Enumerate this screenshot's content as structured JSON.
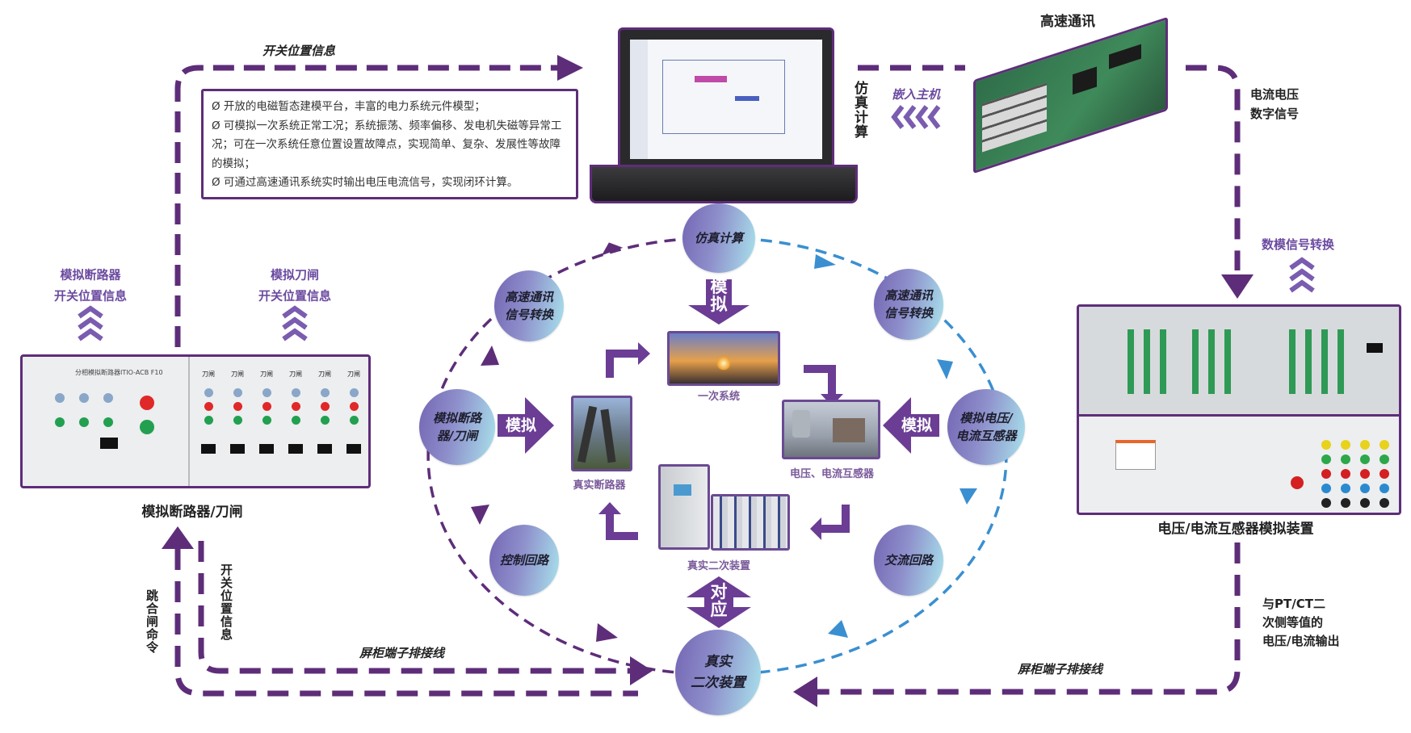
{
  "colors": {
    "primary_purple": "#5e2d79",
    "accent_blue": "#3a8fd0",
    "node_gradient_start": "#7466b4",
    "node_gradient_end": "#a9e3ec"
  },
  "top": {
    "switch_info_label": "开关位置信息",
    "info_box": [
      "Ø 开放的电磁暂态建模平台，丰富的电力系统元件模型；",
      "Ø 可模拟一次系统正常工况；系统振荡、频率偏移、发电机失磁等异常工况；可在一次系统任意位置设置故障点，实现简单、复杂、发展性等故障的模拟；",
      "Ø 可通过高速通讯系统实时输出电压电流信号，实现闭环计算。"
    ],
    "sim_compute_vertical": "仿真计算",
    "embed_host": "嵌入主机",
    "high_speed_comm": "高速通讯",
    "current_voltage_digital": [
      "电流电压",
      "数字信号"
    ],
    "da_conversion": "数模信号转换"
  },
  "left": {
    "breaker_info": [
      "模拟断路器",
      "开关位置信息"
    ],
    "knife_info": [
      "模拟刀闸",
      "开关位置信息"
    ],
    "panel_title": "分相模拟断路器ITIO-ACB F10",
    "panel_module_label": "刀闸",
    "device_label": "模拟断路器/刀闸",
    "trip_close_cmd": "跳合闸命令",
    "switch_pos_info": "开关位置信息",
    "wiring_label": "屏柜端子排接线"
  },
  "right": {
    "device_label": "电压/电流互感器模拟装置",
    "output_note": [
      "与PT/CT二",
      "次侧等值的",
      "电压/电流输出"
    ],
    "wiring_label": "屏柜端子排接线"
  },
  "cycle": {
    "nodes": {
      "sim_compute": "仿真计算",
      "hs_comm_left": [
        "高速通讯",
        "信号转换"
      ],
      "hs_comm_right": [
        "高速通讯",
        "信号转换"
      ],
      "sim_breaker": [
        "模拟断路",
        "器/刀闸"
      ],
      "sim_ptct": [
        "模拟电压/",
        "电流互感器"
      ],
      "control_loop": "控制回路",
      "ac_loop": "交流回路",
      "real_secondary": [
        "真实",
        "二次装置"
      ]
    },
    "center": {
      "simulate": "模拟",
      "correspond": "对应",
      "primary_system": "一次系统",
      "real_breaker": "真实断路器",
      "ptct": "电压、电流互感器",
      "real_secondary": "真实二次装置"
    }
  }
}
